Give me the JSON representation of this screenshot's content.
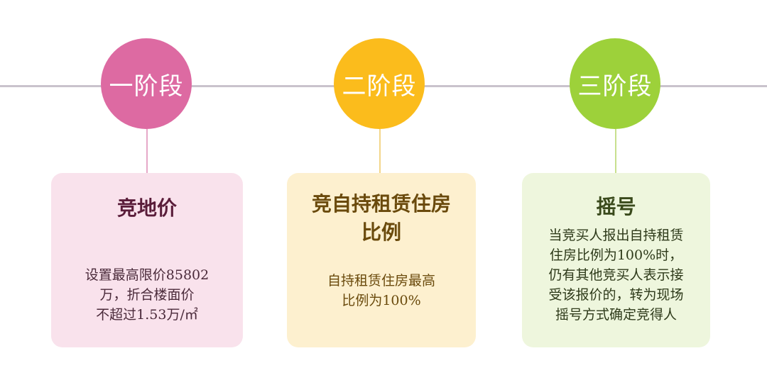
{
  "stages": [
    {
      "label": "一阶段",
      "card_title": "竞地价",
      "card_text": "设置最高限价85802\n万，折合楼面价\n不超过1.53万/㎡",
      "color": "#dd6aa2"
    },
    {
      "label": "二阶段",
      "card_title": "竞自持租赁住房\n比例",
      "card_text": "自持租赁住房最高\n比例为100%",
      "color": "#fbbc1c"
    },
    {
      "label": "三阶段",
      "card_title": "摇号",
      "card_text": "当竞买人报出自持租赁\n住房比例为100%时，\n仍有其他竞买人表示接\n受该报价的，转为现场\n摇号方式确定竞得人",
      "color": "#9dd13a"
    }
  ]
}
